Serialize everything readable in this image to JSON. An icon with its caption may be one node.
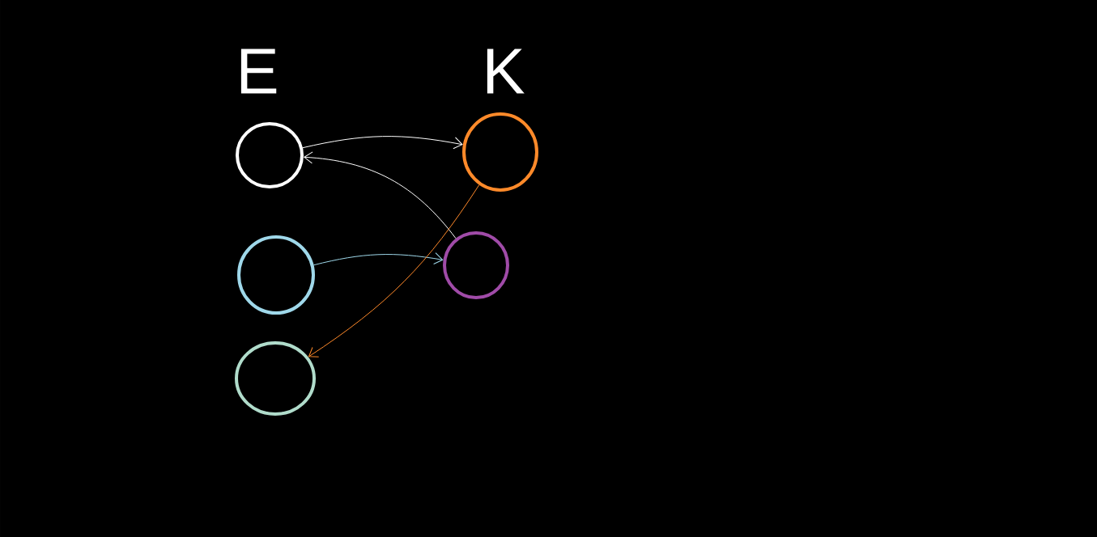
{
  "diagram": {
    "nodes": [
      {
        "text": [],
        "shape": "circle"
      },
      {
        "text": [],
        "shape": "circle"
      },
      {
        "text": [],
        "shape": "circle"
      },
      {
        "text": [],
        "shape": "circle"
      },
      {
        "text": [],
        "shape": "circle"
      }
    ],
    "edges": [
      {
        "from": 0,
        "to": 3,
        "arrow": "to"
      },
      {
        "from": 4,
        "to": 0,
        "arrow": "to"
      },
      {
        "from": 1,
        "to": 4,
        "arrow": "to",
        "color": "#9fd8ea"
      },
      {
        "from": 3,
        "to": 2,
        "arrow": "to",
        "color": "#ff8a2a"
      }
    ],
    "labels": [
      "E",
      "K"
    ]
  }
}
